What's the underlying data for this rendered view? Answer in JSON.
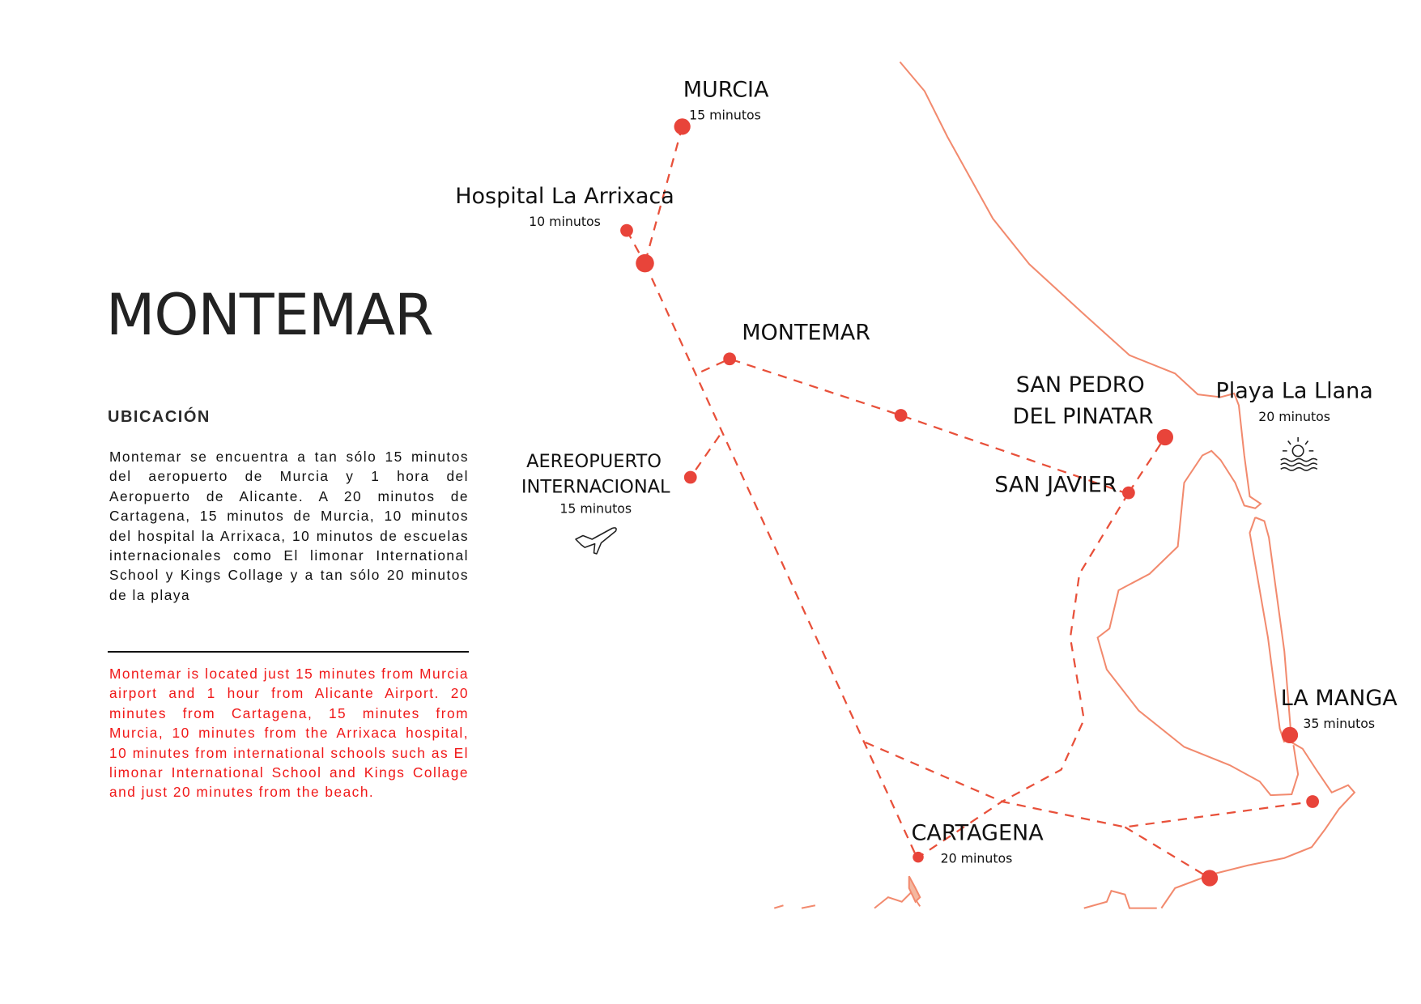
{
  "title": "MONTEMAR",
  "section_heading": "UBICACIÓN",
  "description_es": "Montemar se encuentra a tan sólo  15 minutos del aeropuerto de Murcia y 1 hora del Aeropuerto de Alicante. A 20 minutos de Cartagena, 15 minutos de Murcia, 10 minutos del hospital la Arrixaca, 10 minutos de escuelas internacionales como El limonar International School y Kings Collage y a tan sólo 20 minutos de la playa",
  "description_en": "Montemar is located just 15 minutes from Murcia airport and 1 hour from Alicante Airport. 20 minutes from Cartagena, 15 minutes from Murcia, 10 minutes from the Arrixaca hospital, 10 minutes from international schools such as El limonar International School and Kings Collage and just 20 minutes from the beach.",
  "colors": {
    "route": "#e8503a",
    "coast": "#f28a6e",
    "english_text": "#f01818"
  },
  "map": {
    "murcia": {
      "name": "MURCIA",
      "time": "15 minutos"
    },
    "hospital": {
      "name": "Hospital La Arrixaca",
      "time": "10 minutos"
    },
    "montemar": {
      "name": "MONTEMAR"
    },
    "airport": {
      "name_line1": "AEREOPUERTO",
      "name_line2": "INTERNACIONAL",
      "time": "15 minutos",
      "icon": "airplane-icon"
    },
    "san_pedro": {
      "name_line1": "SAN PEDRO",
      "name_line2": "DEL PINATAR"
    },
    "san_javier": {
      "name": "SAN JAVIER"
    },
    "playa": {
      "name": "Playa La Llana",
      "time": "20 minutos",
      "icon": "sun-over-sea-icon"
    },
    "la_manga": {
      "name": "LA MANGA",
      "time": "35 minutos"
    },
    "cartagena": {
      "name": "CARTAGENA",
      "time": "20  minutos"
    }
  }
}
